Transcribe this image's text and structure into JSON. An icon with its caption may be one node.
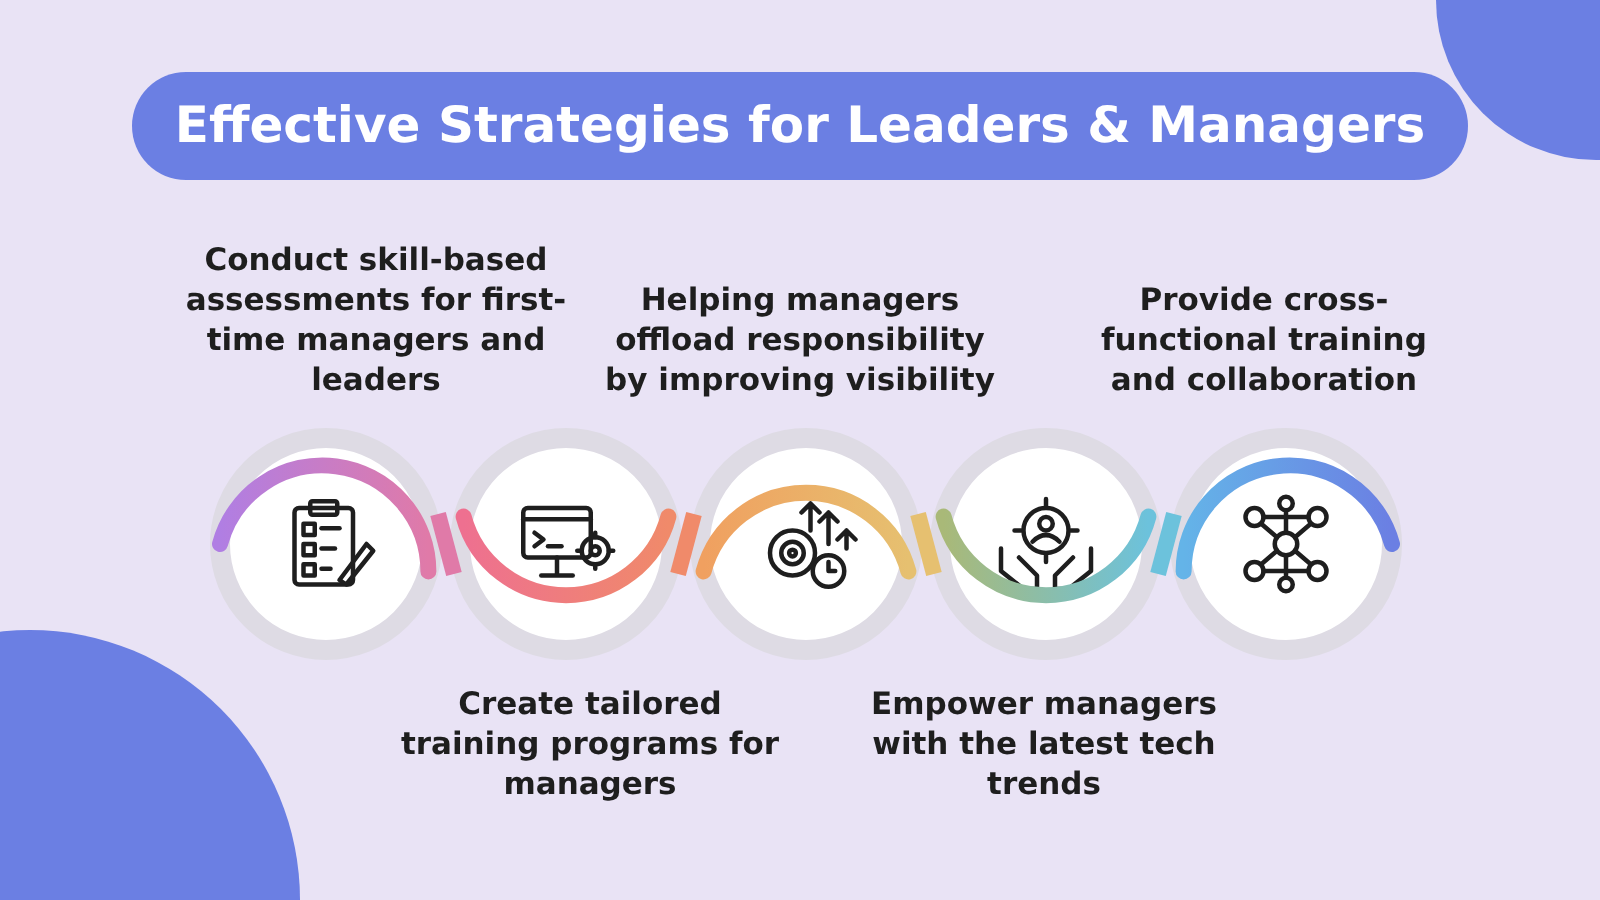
{
  "diagram": {
    "title": "Effective Strategies for Leaders & Managers",
    "nodes": [
      {
        "text": [],
        "shape": "circle",
        "beside": [
          "Conduct skill-based assessments for first-time managers and leaders"
        ]
      },
      {
        "text": [],
        "shape": "circle",
        "beside": [
          "Create tailored training programs for managers"
        ]
      },
      {
        "text": [],
        "shape": "circle",
        "beside": [
          "Helping managers offload responsibility by improving visibility"
        ]
      },
      {
        "text": [],
        "shape": "circle",
        "beside": [
          "Empower managers with the latest tech trends"
        ]
      },
      {
        "text": [],
        "shape": "circle",
        "beside": [
          "Provide cross-functional training and collaboration"
        ]
      }
    ],
    "edges": [
      {
        "from": 0,
        "to": 1,
        "arrow": "none",
        "color": "#e07aa8"
      },
      {
        "from": 1,
        "to": 2,
        "arrow": "none",
        "color": "#f08a6a"
      },
      {
        "from": 2,
        "to": 3,
        "arrow": "none",
        "color": "#e6c070"
      },
      {
        "from": 3,
        "to": 4,
        "arrow": "none",
        "color": "#6cc2dc"
      }
    ]
  }
}
